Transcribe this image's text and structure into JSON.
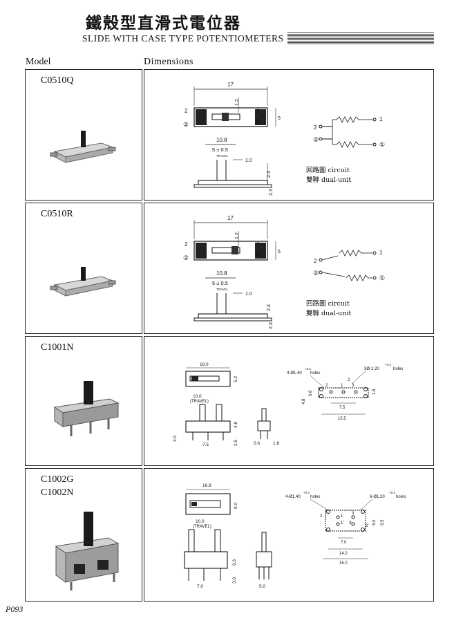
{
  "header": {
    "title_cn": "鐵殼型直滑式電位器",
    "title_en": "SLIDE WITH CASE TYPE POTENTIOMETERS"
  },
  "columns": {
    "model": "Model",
    "dimensions": "Dimensions"
  },
  "rows": [
    {
      "models": [
        "C0510Q"
      ],
      "dims": {
        "width": "17",
        "height": "1.2",
        "depth": "5",
        "pitch": "10.8",
        "travel": "5 ± 0.5",
        "travel_label": "TRAVEL",
        "lead": "1.0",
        "h1": "2.3",
        "h2": "2.3"
      },
      "pins": [
        "2",
        "②",
        "1",
        "①"
      ],
      "notes": [
        "回路圖 circuit",
        "雙聯 dual-unit"
      ]
    },
    {
      "models": [
        "C0510R"
      ],
      "dims": {
        "width": "17",
        "height": "1.2",
        "depth": "5",
        "pitch": "10.8",
        "travel": "5 ± 0.5",
        "travel_label": "TRAVEL",
        "lead": "1.0",
        "h1": "2.3",
        "h2": "2.3"
      },
      "pins": [
        "2",
        "②",
        "1",
        "①"
      ],
      "notes": [
        "回路圖 circuit",
        "雙聯 dual-unit"
      ]
    },
    {
      "models": [
        "C1001N"
      ],
      "dims": {
        "width": "18.0",
        "depth": "5.2",
        "travel": "10.0",
        "travel_label": "(TRAVEL)",
        "h_body": "4.8",
        "h_base": "3.0",
        "h_pin": "2.5",
        "pitch": "7.5",
        "pin_w": "0.6",
        "pin_s": "1.8"
      },
      "pcb": {
        "holes_a": "4-Ø1.40",
        "holes_a_tol": "+0.2",
        "holes_a_tol2": "0",
        "holes_b": "3Ø-1.20",
        "holes_b_tol": "+0.2",
        "holes_b_tol2": "0",
        "holes_word": "holes",
        "d1": "0.6",
        "d2": "4.8",
        "d3": "7.5",
        "d4": "15.5",
        "d5": "1.8",
        "pins": [
          "2",
          "1",
          "3",
          "2"
        ]
      }
    },
    {
      "models": [
        "C1002G",
        "C1002N"
      ],
      "dims": {
        "width": "16.8",
        "depth": "9.0",
        "travel": "10.0",
        "travel_label": "(TRAVEL)",
        "h_body": "6.6",
        "h_base": "3.0",
        "pitch": "7.0",
        "pin_s": "5.0"
      },
      "pcb": {
        "holes_a": "4-Ø1.40",
        "holes_a_tol": "+0.2",
        "holes_a_tol2": "0",
        "holes_b": "6-Ø1.20",
        "holes_b_tol": "+0.2",
        "holes_b_tol2": "0",
        "holes_word": "holes",
        "d1": "5.0",
        "d2": "8.5",
        "d3": "7.0",
        "d4": "14.0",
        "d5": "15.0",
        "pins": [
          "2",
          "1",
          "3",
          "1'",
          "3'",
          "2'"
        ]
      }
    }
  ],
  "page": {
    "number": "P093"
  }
}
